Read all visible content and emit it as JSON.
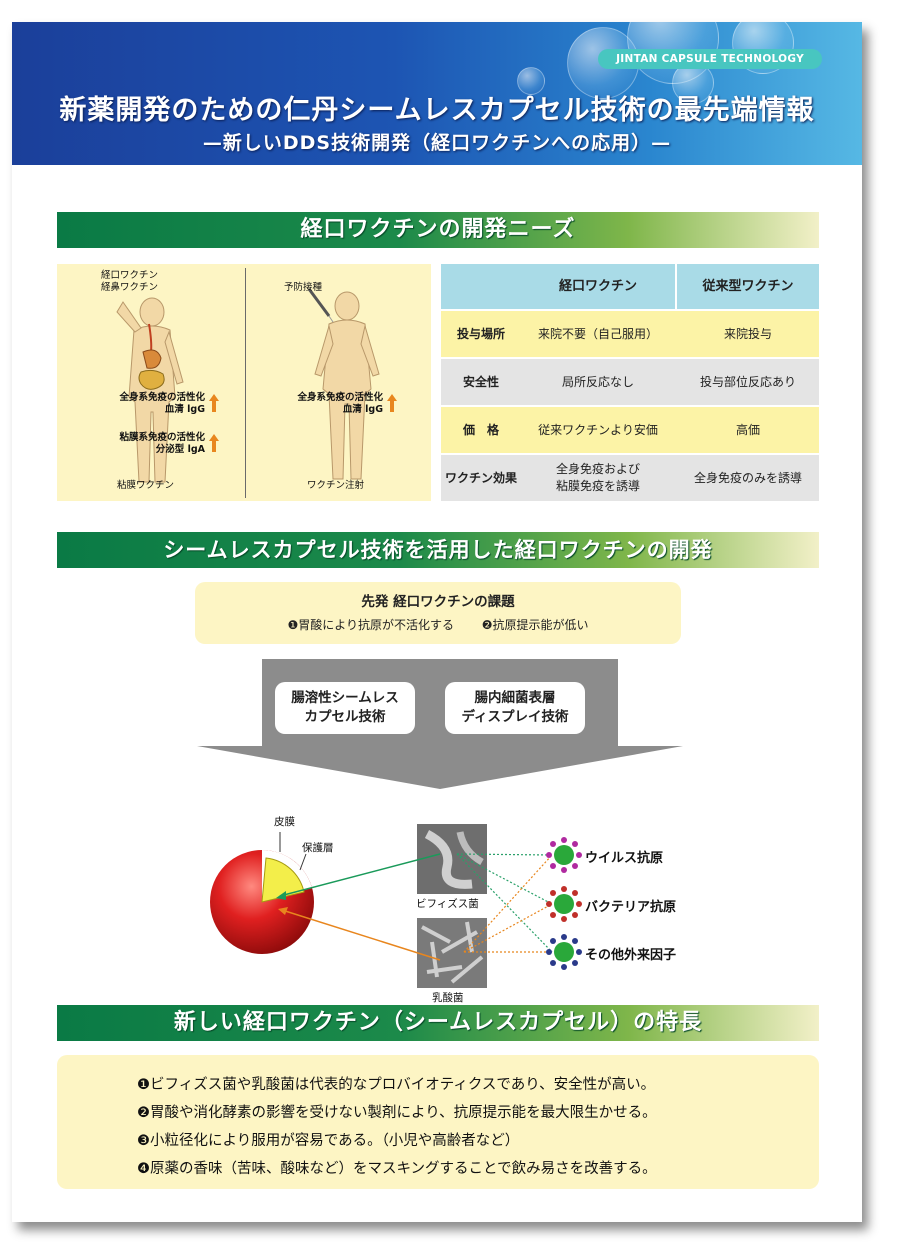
{
  "header": {
    "tagline": "JINTAN CAPSULE TECHNOLOGY",
    "title": "新薬開発のための仁丹シームレスカプセル技術の最先端情報",
    "subtitle": "—新しいDDS技術開発（経口ワクチンへの応用）—"
  },
  "section1": {
    "title": "経口ワクチンの開発ニーズ",
    "left_figure": {
      "route_label_1": "経口ワクチン",
      "route_label_2": "経鼻ワクチン",
      "systemic_1": "全身系免疫の活性化",
      "systemic_1b": "血清 lgG",
      "mucosal_1": "粘膜系免疫の活性化",
      "mucosal_1b": "分泌型 lgA",
      "caption": "粘膜ワクチン"
    },
    "right_figure": {
      "injection_label": "予防接種",
      "systemic_1": "全身系免疫の活性化",
      "systemic_1b": "血清 lgG",
      "caption": "ワクチン注射"
    },
    "table": {
      "headers": [
        "",
        "経口ワクチン",
        "従来型ワクチン"
      ],
      "rows": [
        {
          "label": "投与場所",
          "oral": "来院不要（自己服用）",
          "conventional": "来院投与"
        },
        {
          "label": "安全性",
          "oral": "局所反応なし",
          "conventional": "投与部位反応あり"
        },
        {
          "label": "価　格",
          "oral": "従来ワクチンより安価",
          "conventional": "高価"
        },
        {
          "label": "ワクチン効果",
          "oral": "全身免疫および\n粘膜免疫を誘導",
          "conventional": "全身免疫のみを誘導"
        }
      ]
    }
  },
  "section2": {
    "title": "シームレスカプセル技術を活用した経口ワクチンの開発",
    "challenge_title": "先発 経口ワクチンの課題",
    "challenge_1": "❶胃酸により抗原が不活化する",
    "challenge_2": "❷抗原提示能が低い",
    "tech_1": "腸溶性シームレス\nカプセル技術",
    "tech_2": "腸内細菌表層\nディスプレイ技術",
    "capsule_skin": "皮膜",
    "capsule_layer": "保護層",
    "bacteria_1": "ビフィズス菌",
    "bacteria_2": "乳酸菌",
    "antigen_1": "ウイルス抗原",
    "antigen_2": "バクテリア抗原",
    "antigen_3": "その他外来因子"
  },
  "section3": {
    "title": "新しい経口ワクチン（シームレスカプセル）の特長",
    "items": [
      "❶ビフィズス菌や乳酸菌は代表的なプロバイオティクスであり、安全性が高い。",
      "❷胃酸や消化酵素の影響を受けない製剤により、抗原提示能を最大限生かせる。",
      "❸小粒径化により服用が容易である。（小児や高齢者など）",
      "❹原薬の香味（苦味、酸味など）をマスキングすることで飲み易さを改善する。"
    ]
  },
  "colors": {
    "header_blue": "#1b3f9a",
    "section_green": "#0a7a45",
    "panel_yellow": "#fdf5c4",
    "table_header_blue": "#a9dbe7",
    "tagline_teal": "#48c6c0",
    "arrow_orange": "#e8861e",
    "capsule_red": "#d42020"
  }
}
